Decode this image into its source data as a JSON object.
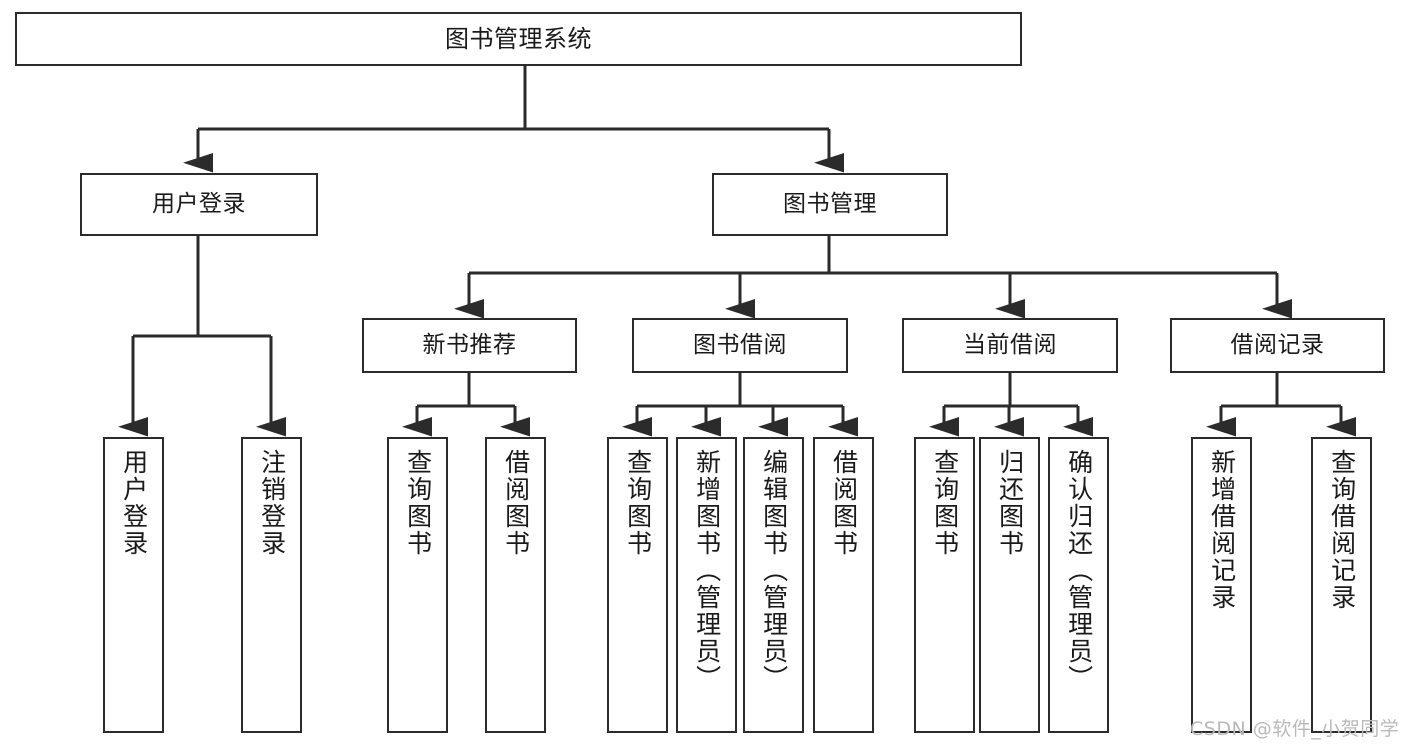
{
  "diagram": {
    "title": "图书管理系统",
    "type": "hierarchy-tree",
    "orientation": "top-down",
    "colors": {
      "stroke": "#2b2b2b",
      "fill": "#ffffff",
      "text": "#1a1a1a",
      "watermark": "#b9b9b9"
    },
    "root": {
      "label": "图书管理系统"
    },
    "level2": [
      {
        "label": "用户登录"
      },
      {
        "label": "图书管理"
      }
    ],
    "level3": [
      {
        "label": "新书推荐"
      },
      {
        "label": "图书借阅"
      },
      {
        "label": "当前借阅"
      },
      {
        "label": "借阅记录"
      }
    ],
    "leaves": {
      "user_login": [
        {
          "label": "用户登录"
        },
        {
          "label": "注销登录"
        }
      ],
      "new_book_recommend": [
        {
          "label": "查询图书"
        },
        {
          "label": "借阅图书"
        }
      ],
      "book_borrow": [
        {
          "label": "查询图书"
        },
        {
          "label": "新增图书（管理员）"
        },
        {
          "label": "编辑图书（管理员）"
        },
        {
          "label": "借阅图书"
        }
      ],
      "current_borrow": [
        {
          "label": "查询图书"
        },
        {
          "label": "归还图书"
        },
        {
          "label": "确认归还（管理员）"
        }
      ],
      "borrow_records": [
        {
          "label": "新增借阅记录"
        },
        {
          "label": "查询借阅记录"
        }
      ]
    },
    "watermark": "CSDN @软件_小贺同学"
  }
}
